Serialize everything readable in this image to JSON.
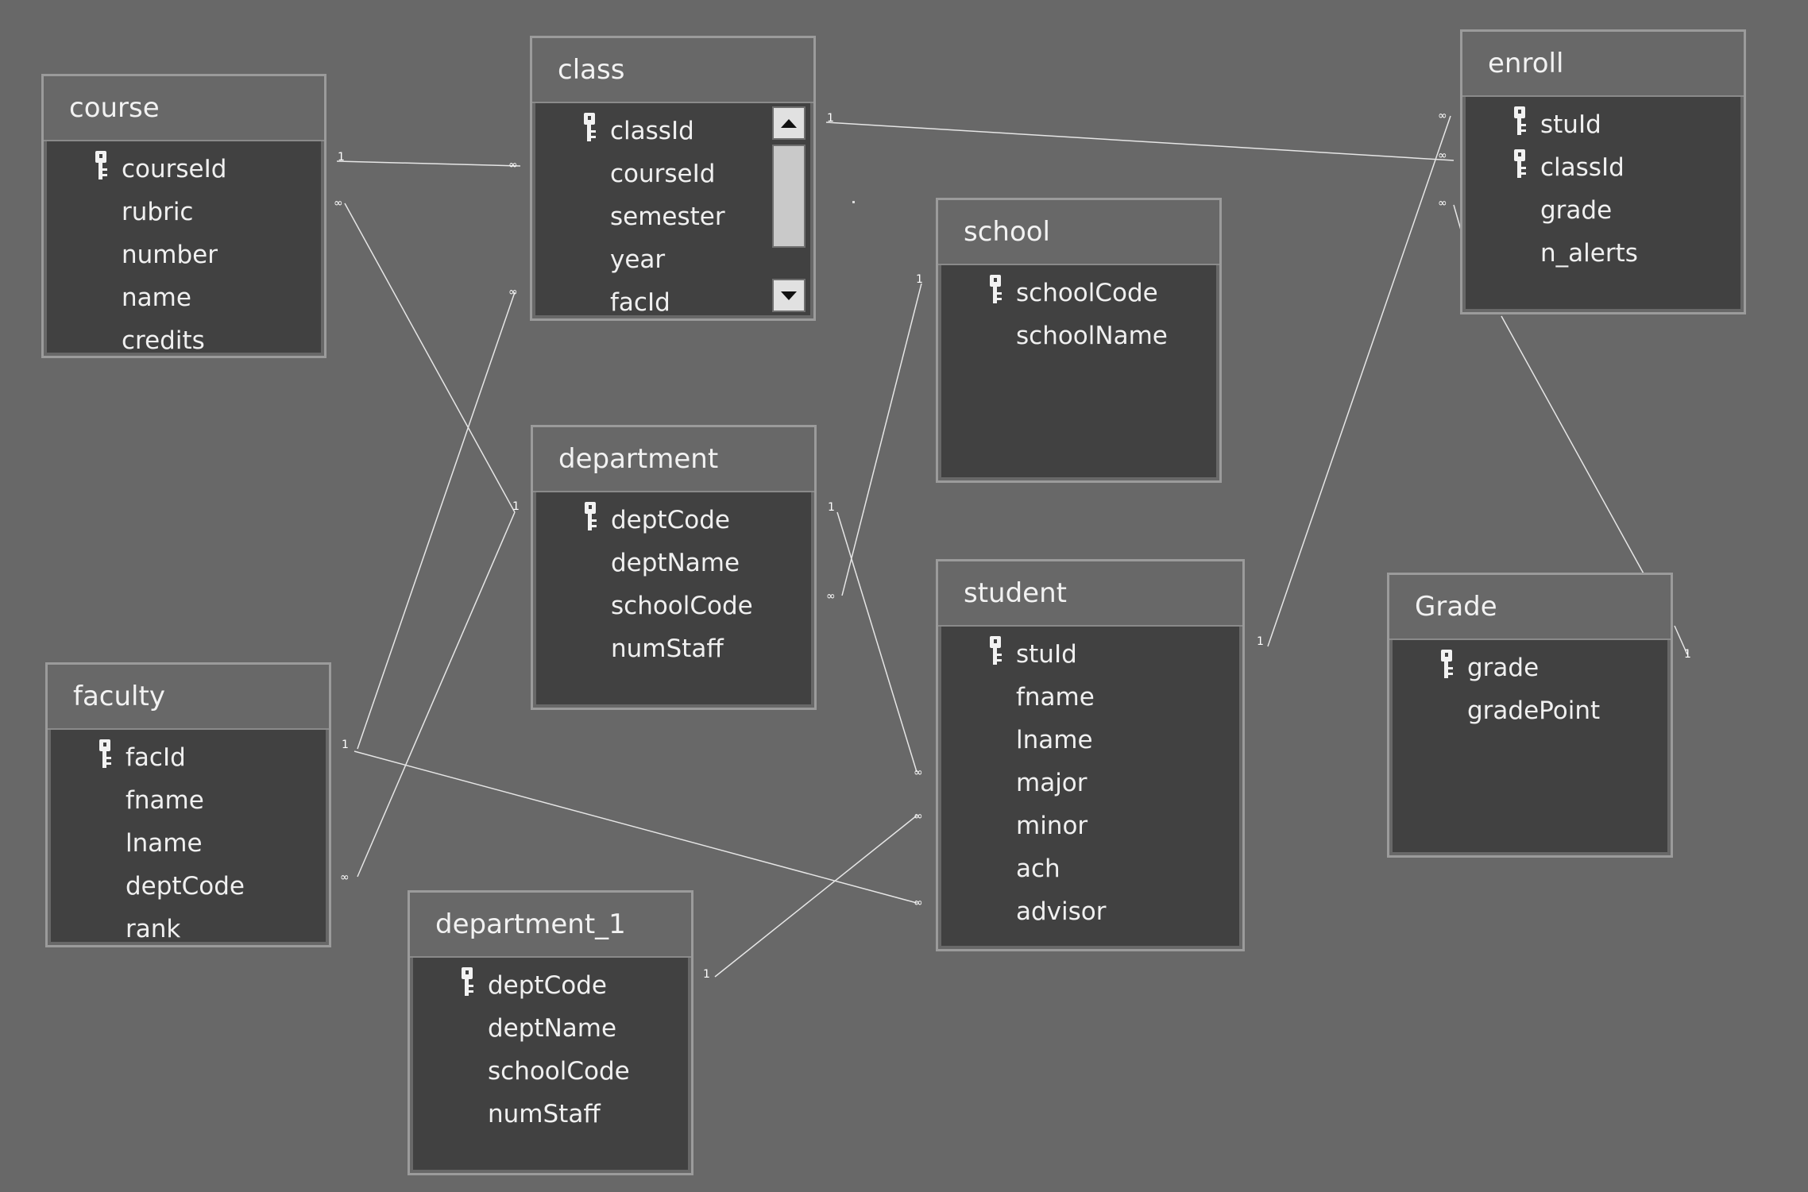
{
  "tables": {
    "course": {
      "title": "course",
      "fields": [
        {
          "name": "courseId",
          "key": true
        },
        {
          "name": "rubric",
          "key": false
        },
        {
          "name": "number",
          "key": false
        },
        {
          "name": "name",
          "key": false
        },
        {
          "name": "credits",
          "key": false
        }
      ]
    },
    "class": {
      "title": "class",
      "fields": [
        {
          "name": "classId",
          "key": true
        },
        {
          "name": "courseId",
          "key": false
        },
        {
          "name": "semester",
          "key": false
        },
        {
          "name": "year",
          "key": false
        },
        {
          "name": "facId",
          "key": false
        }
      ]
    },
    "enroll": {
      "title": "enroll",
      "fields": [
        {
          "name": "stuId",
          "key": true
        },
        {
          "name": "classId",
          "key": true
        },
        {
          "name": "grade",
          "key": false
        },
        {
          "name": "n_alerts",
          "key": false
        }
      ]
    },
    "school": {
      "title": "school",
      "fields": [
        {
          "name": "schoolCode",
          "key": true
        },
        {
          "name": "schoolName",
          "key": false
        }
      ]
    },
    "department": {
      "title": "department",
      "fields": [
        {
          "name": "deptCode",
          "key": true
        },
        {
          "name": "deptName",
          "key": false
        },
        {
          "name": "schoolCode",
          "key": false
        },
        {
          "name": "numStaff",
          "key": false
        }
      ]
    },
    "student": {
      "title": "student",
      "fields": [
        {
          "name": "stuId",
          "key": true
        },
        {
          "name": "fname",
          "key": false
        },
        {
          "name": "lname",
          "key": false
        },
        {
          "name": "major",
          "key": false
        },
        {
          "name": "minor",
          "key": false
        },
        {
          "name": "ach",
          "key": false
        },
        {
          "name": "advisor",
          "key": false
        }
      ]
    },
    "Grade": {
      "title": "Grade",
      "fields": [
        {
          "name": "grade",
          "key": true
        },
        {
          "name": "gradePoint",
          "key": false
        }
      ]
    },
    "faculty": {
      "title": "faculty",
      "fields": [
        {
          "name": "facId",
          "key": true
        },
        {
          "name": "fname",
          "key": false
        },
        {
          "name": "lname",
          "key": false
        },
        {
          "name": "deptCode",
          "key": false
        },
        {
          "name": "rank",
          "key": false
        }
      ]
    },
    "department_1": {
      "title": "department_1",
      "fields": [
        {
          "name": "deptCode",
          "key": true
        },
        {
          "name": "deptName",
          "key": false
        },
        {
          "name": "schoolCode",
          "key": false
        },
        {
          "name": "numStaff",
          "key": false
        }
      ]
    }
  },
  "relationship_marks": {
    "one": "1",
    "many": "∞"
  },
  "colors": {
    "canvas": "#686868",
    "table_body": "#414141",
    "table_border": "#9b9b9b",
    "text": "#f0f0f0",
    "line": "#e6e6e6"
  }
}
